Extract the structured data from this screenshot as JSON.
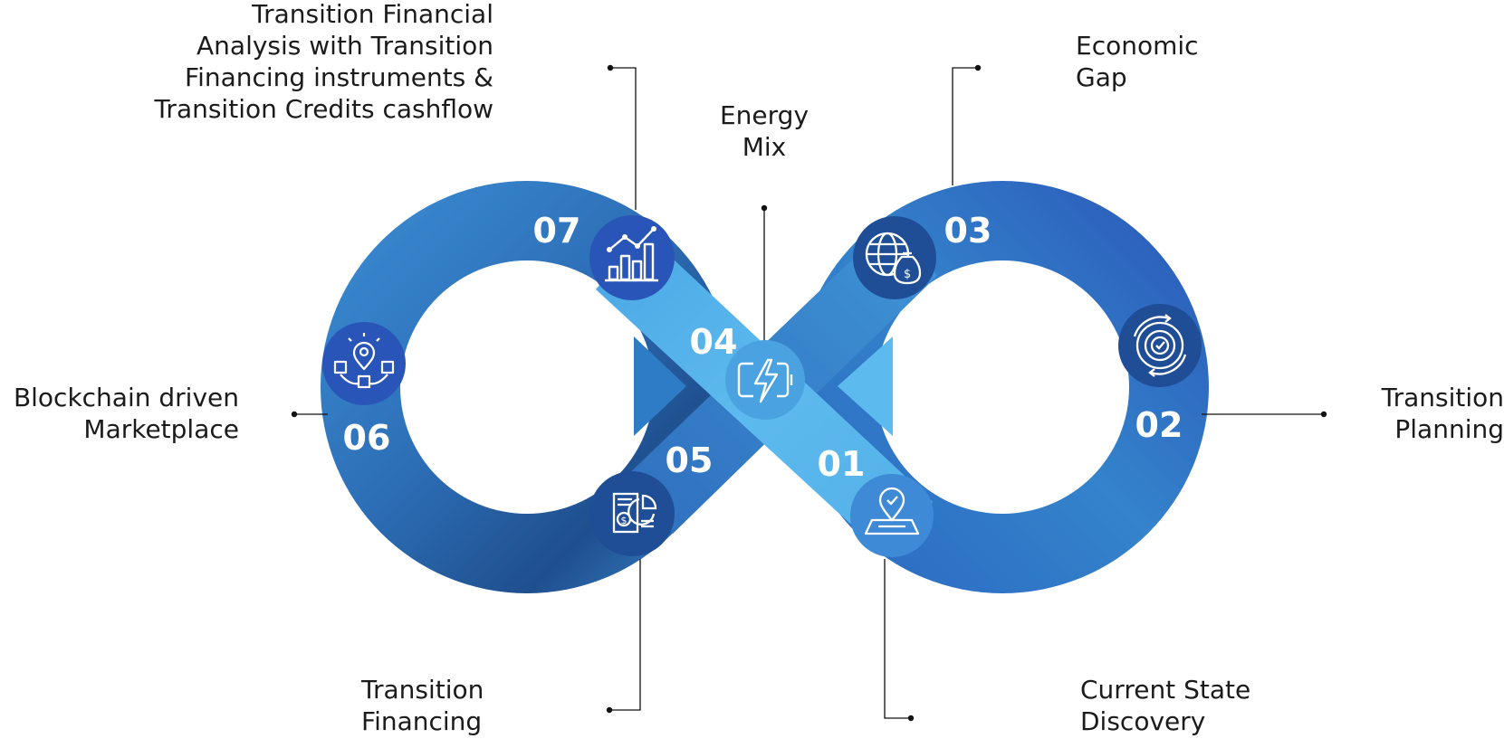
{
  "steps": [
    {
      "number": "01",
      "label": "Current State\nDiscovery",
      "icon": "location-pin-check-icon"
    },
    {
      "number": "02",
      "label": "Transition\nPlanning",
      "icon": "gear-cycle-icon"
    },
    {
      "number": "03",
      "label": "Economic\nGap",
      "icon": "globe-money-bag-icon"
    },
    {
      "number": "04",
      "label": "Energy\nMix",
      "icon": "battery-bolt-icon"
    },
    {
      "number": "05",
      "label": "Transition\nFinancing",
      "icon": "financial-report-icon"
    },
    {
      "number": "06",
      "label": "Blockchain driven\nMarketplace",
      "icon": "marketplace-network-icon"
    },
    {
      "number": "07",
      "label": "Transition Financial\nAnalysis with Transition\nFinancing instruments &\nTransition Credits cashflow",
      "icon": "growth-chart-icon"
    }
  ],
  "colors": {
    "dark_blue": "#1f4e96",
    "mid_blue": "#3380c8",
    "light_blue": "#55b3ea",
    "icon_circle": "#2a55b8",
    "connector": "#111111",
    "text": "#1b1b1b"
  }
}
